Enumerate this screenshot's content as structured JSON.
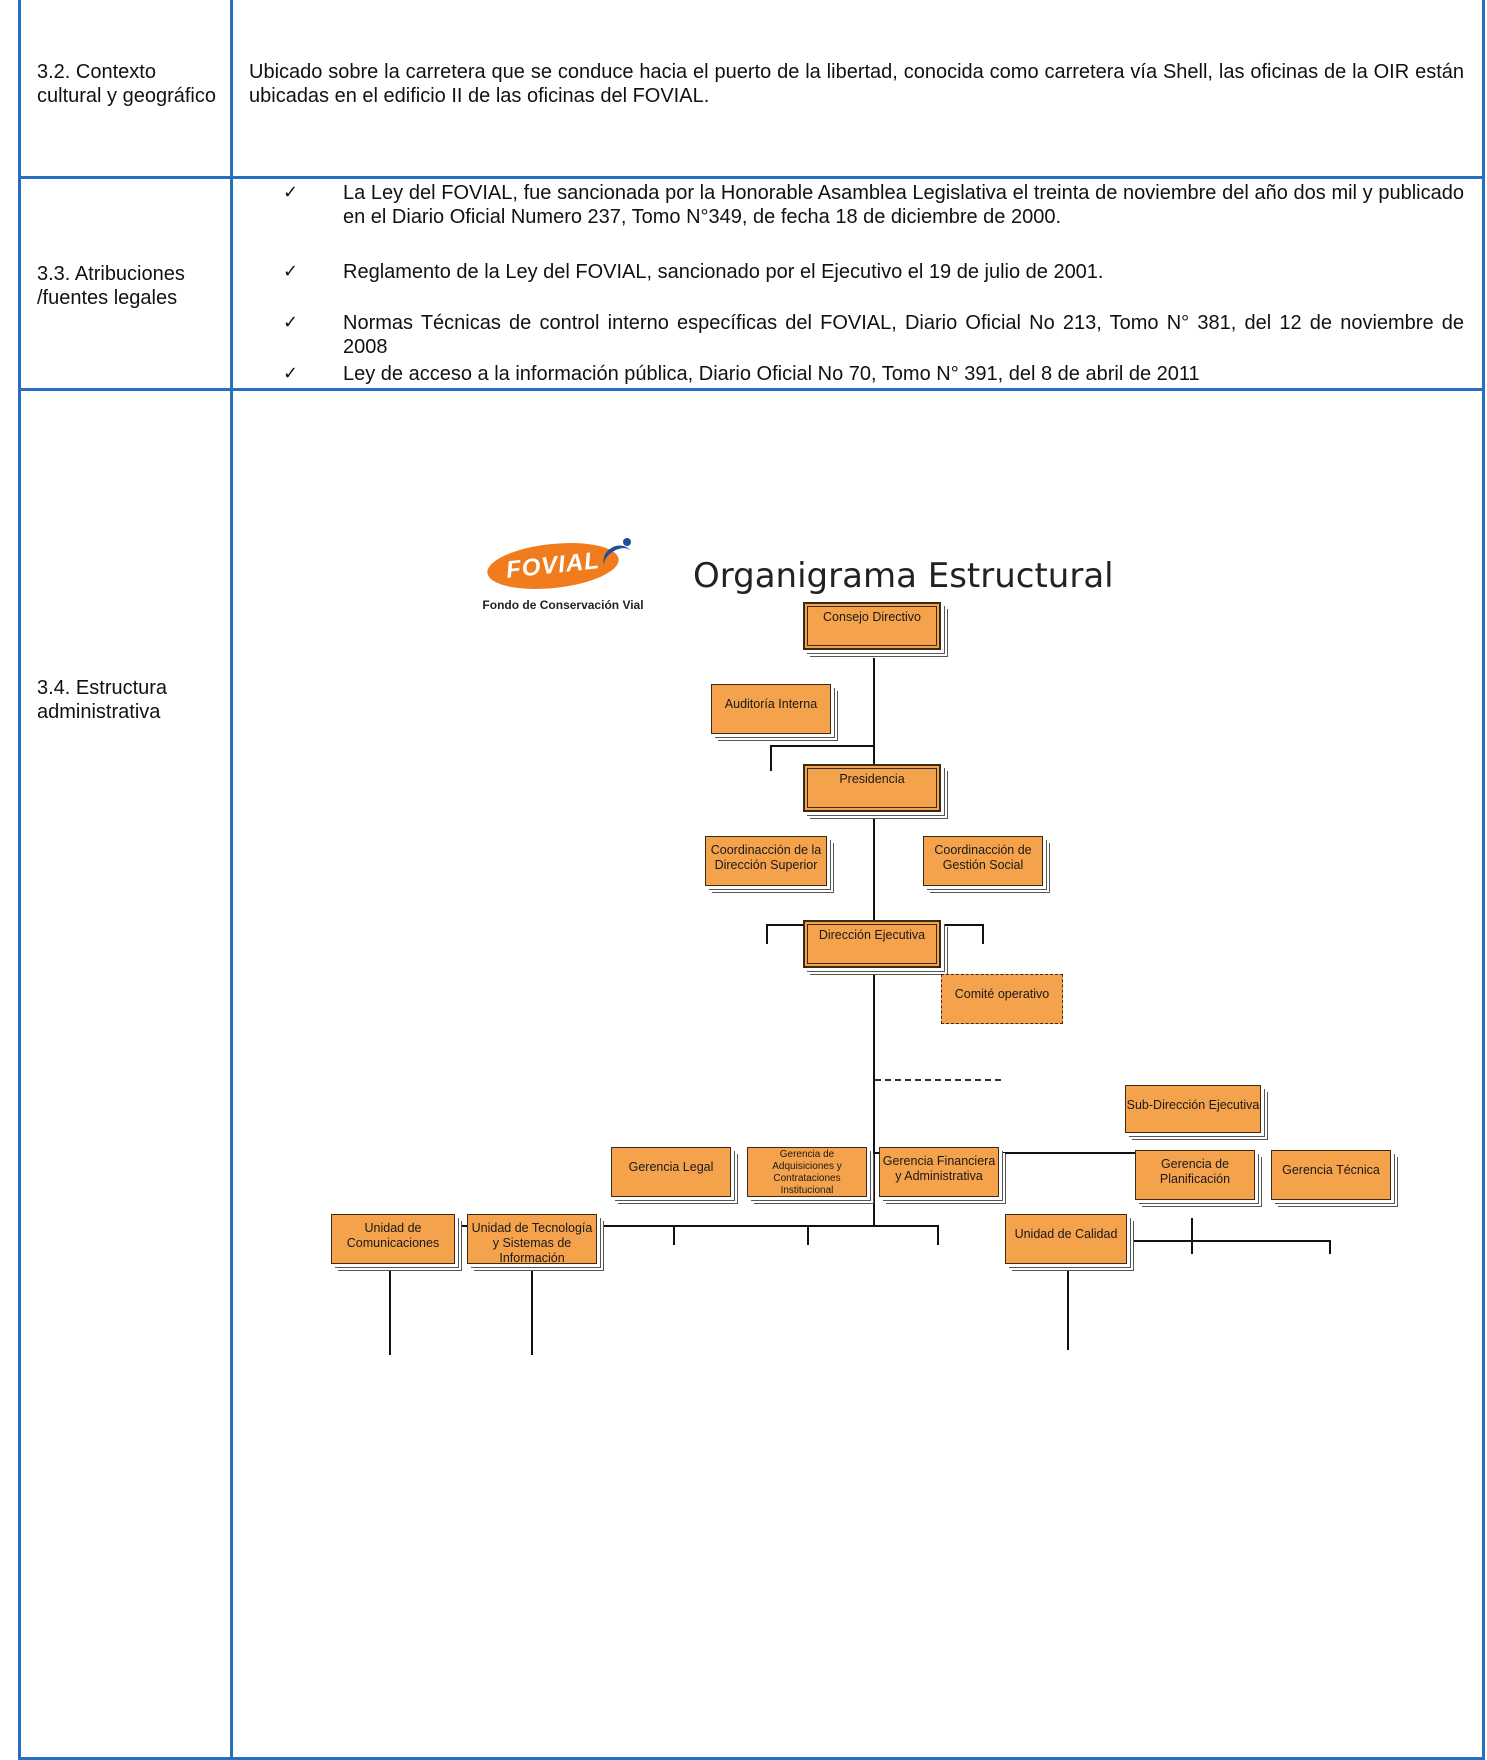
{
  "rows": {
    "contexto": {
      "label": "3.2. Contexto cultural y geográfico",
      "text": "Ubicado sobre la carretera que se conduce hacia el puerto de la libertad, conocida como carretera vía Shell, las oficinas de la OIR están ubicadas en el edificio II de las oficinas del FOVIAL."
    },
    "atribuciones": {
      "label": "3.3. Atribuciones /fuentes legales",
      "items": [
        "La Ley del FOVIAL, fue sancionada por la Honorable Asamblea Legislativa  el treinta de noviembre del año dos mil y publicado en el Diario Oficial Numero 237, Tomo N°349, de fecha 18 de diciembre de 2000.",
        "Reglamento de la Ley del FOVIAL, sancionado por el Ejecutivo el 19 de julio de 2001.",
        "Normas Técnicas de control interno específicas del FOVIAL, Diario Oficial No 213, Tomo N° 381, del 12 de noviembre de 2008",
        "Ley de acceso a la información pública, Diario Oficial No 70, Tomo N° 391, del 8 de abril de 2011"
      ],
      "check_glyph": "✓"
    },
    "estructura": {
      "label": "3.4. Estructura administrativa"
    }
  },
  "orgchart": {
    "logo_text": "FOVIAL",
    "logo_subtitle": "Fondo de Conservación Vial",
    "title": "Organigrama Estructural",
    "nodes": {
      "consejo": "Consejo Directivo",
      "auditoria": "Auditoría Interna",
      "presidencia": "Presidencia",
      "coord_direccion": "Coordinacción de la Dirección Superior",
      "coord_gestion": "Coordinacción de Gestión Social",
      "direccion_ejecutiva": "Dirección Ejecutiva",
      "comite": "Comité operativo",
      "subdireccion": "Sub-Dirección Ejecutiva",
      "gerencia_legal": "Gerencia Legal",
      "gerencia_adquisiciones": "Gerencia de Adquisiciones y Contrataciones Institucional",
      "gerencia_financiera": "Gerencia Financiera y Administrativa",
      "gerencia_planificacion": "Gerencia de Planificación",
      "gerencia_tecnica": "Gerencia Técnica",
      "unidad_comunicaciones": "Unidad de Comunicaciones",
      "unidad_tecnologia": "Unidad de Tecnología y Sistemas  de Información",
      "unidad_calidad": "Unidad de Calidad"
    },
    "colors": {
      "box_fill": "#f5a24c",
      "logo_orange": "#f07c1e",
      "logo_blue": "#1f4e9c",
      "table_border": "#2a6fbf"
    }
  }
}
